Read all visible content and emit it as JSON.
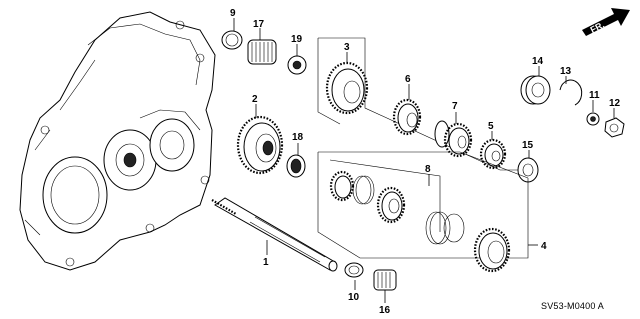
{
  "diagram": {
    "code": "SV53-M0400 A",
    "direction_arrow": "FR.",
    "callouts": [
      "1",
      "2",
      "3",
      "4",
      "5",
      "6",
      "7",
      "8",
      "9",
      "10",
      "11",
      "12",
      "13",
      "14",
      "15",
      "16",
      "17",
      "18",
      "19"
    ]
  }
}
